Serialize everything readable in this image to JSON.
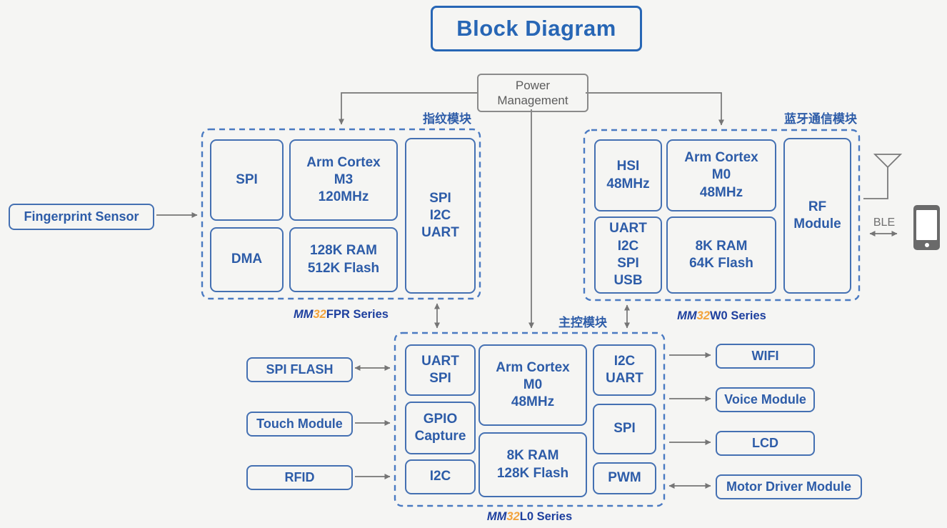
{
  "title": "Block Diagram",
  "power_management": {
    "label": "Power\nManagement"
  },
  "modules": {
    "fingerprint": {
      "tag": "指纹模块",
      "series": {
        "mm": "MM",
        "num": "32",
        "rest": "FPR Series"
      },
      "blocks": {
        "spi": "SPI",
        "cpu": "Arm Cortex\nM3\n120MHz",
        "dma": "DMA",
        "mem": "128K RAM\n512K Flash",
        "periph": "SPI\nI2C\nUART"
      }
    },
    "bluetooth": {
      "tag": "蓝牙通信模块",
      "series": {
        "mm": "MM",
        "num": "32",
        "rest": "W0 Series"
      },
      "blocks": {
        "hsi": "HSI\n48MHz",
        "cpu": "Arm Cortex\nM0\n48MHz",
        "periph": "UART\nI2C\nSPI\nUSB",
        "mem": "8K RAM\n64K Flash",
        "rf": "RF\nModule"
      }
    },
    "main": {
      "tag": "主控模块",
      "series": {
        "mm": "MM",
        "num": "32",
        "rest": "L0 Series"
      },
      "blocks": {
        "uart_spi": "UART\nSPI",
        "gpio": "GPIO\nCapture",
        "i2c": "I2C",
        "cpu": "Arm Cortex\nM0\n48MHz",
        "mem": "8K RAM\n128K Flash",
        "i2c_uart": "I2C\nUART",
        "spi": "SPI",
        "pwm": "PWM"
      }
    }
  },
  "peripherals": {
    "fingerprint_sensor": "Fingerprint Sensor",
    "spi_flash": "SPI FLASH",
    "touch_module": "Touch Module",
    "rfid": "RFID",
    "wifi": "WIFI",
    "voice_module": "Voice Module",
    "lcd": "LCD",
    "motor_driver": "Motor Driver Module"
  },
  "labels": {
    "ble": "BLE"
  },
  "icons": {
    "antenna": "antenna-icon",
    "phone": "smartphone-icon"
  },
  "colors": {
    "title_blue": "#2766b5",
    "box_border_blue": "#4470b2",
    "text_blue": "#2d5ca8",
    "dashed_blue": "#4a7ac2",
    "series_navy": "#1d3f9e",
    "series_orange": "#f2a33c",
    "gray_line": "#757575",
    "gray_text": "#5c5c5c",
    "background": "#f5f5f3"
  }
}
